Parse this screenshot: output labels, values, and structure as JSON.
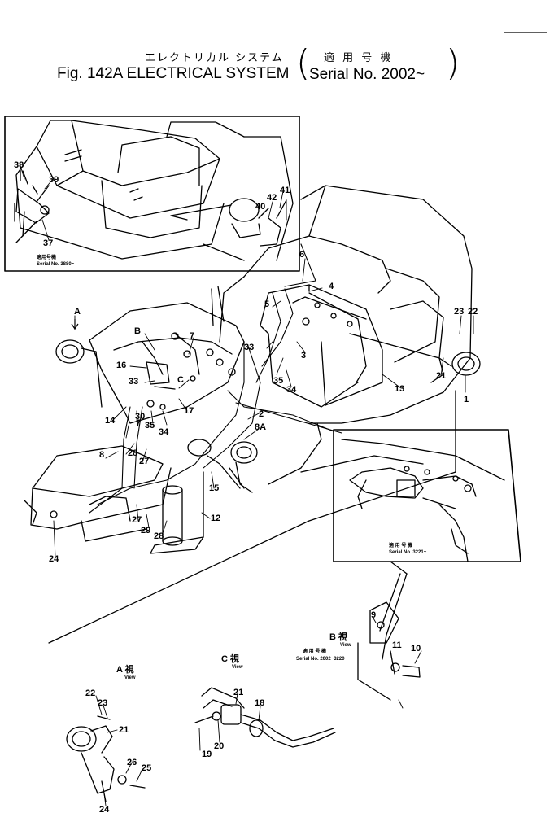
{
  "header": {
    "title_jp": "エレクトリカル システム",
    "title_en": "Fig. 142A  ELECTRICAL SYSTEM",
    "applic_jp": "適 用 号 機",
    "serial": "Serial No.  2002~"
  },
  "insets": {
    "top_left_note_jp": "適用号機",
    "top_left_note": "Serial No. 3880~",
    "right_note_jp": "適 用 号 機",
    "right_note": "Serial No. 3221~",
    "b_view_note_jp": "適 用 号 機",
    "b_view_note": "Serial No. 2002~3220"
  },
  "views": {
    "a_jp": "A 視",
    "a_en": "View",
    "b_jp": "B 視",
    "b_en": "View",
    "c_jp": "C 視",
    "c_en": "View"
  },
  "callouts": {
    "c1": "1",
    "c2": "2",
    "c3": "3",
    "c4": "4",
    "c5": "5",
    "c6": "6",
    "c7": "7",
    "c8": "8",
    "c8a": "8A",
    "c9": "9",
    "c10": "10",
    "c11": "11",
    "c12": "12",
    "c13": "13",
    "c14": "14",
    "c15": "15",
    "c16": "16",
    "c17": "17",
    "c18": "18",
    "c19": "19",
    "c20": "20",
    "c21": "21",
    "c22": "22",
    "c23": "23",
    "c24": "24",
    "c25": "25",
    "c26": "26",
    "c27": "27",
    "c28": "28",
    "c29": "29",
    "c30": "30",
    "c33": "33",
    "c34": "34",
    "c35": "35",
    "c37": "37",
    "c38": "38",
    "c39": "39",
    "c40": "40",
    "c41": "41",
    "c42": "42",
    "la": "A",
    "lb": "B",
    "lc": "C"
  }
}
